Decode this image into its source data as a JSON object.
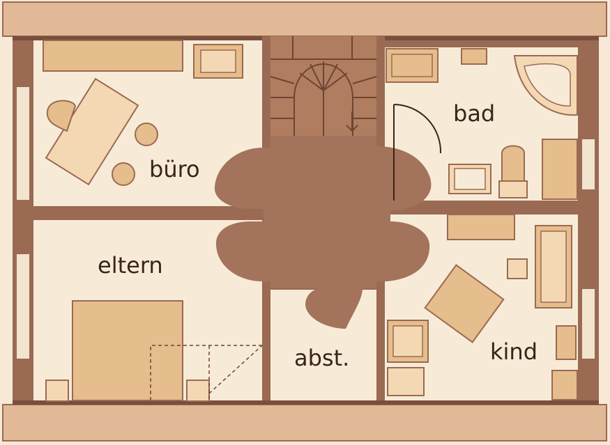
{
  "rooms": {
    "buero": "büro",
    "bad": "bad",
    "eltern": "eltern",
    "abst": "abst.",
    "kind": "kind"
  },
  "colors": {
    "background": "#f7e9d6",
    "room_floor": "#f7ebd7",
    "wall": "#9a6a52",
    "wall_dark": "#7a4e3c",
    "eave": "#e1b997",
    "hall": "#a3735b",
    "furniture": "#e6bd8c",
    "furniture_light": "#f4d8b4",
    "text": "#3a2418"
  }
}
